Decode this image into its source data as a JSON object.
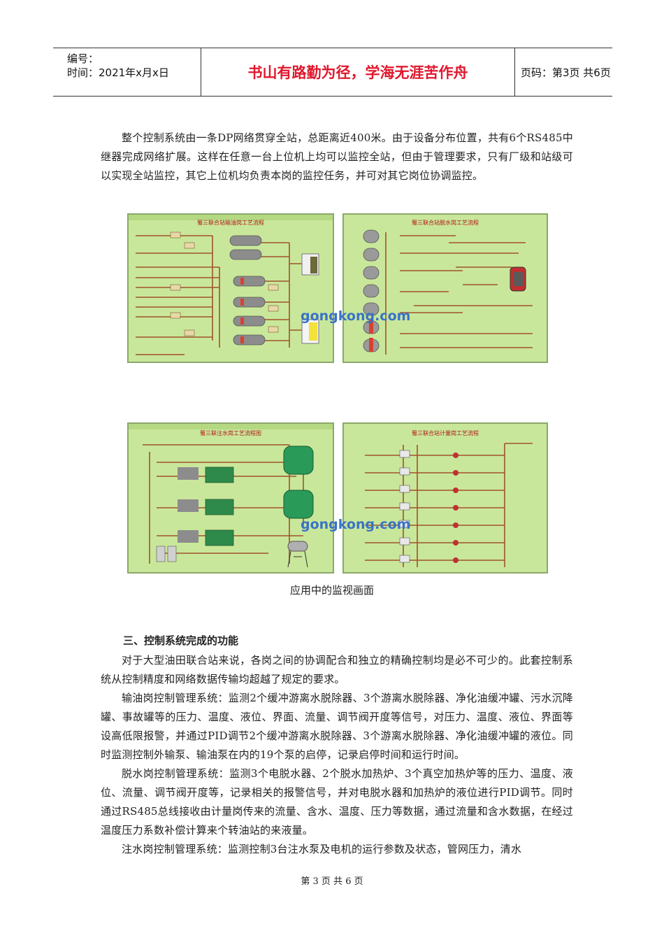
{
  "header": {
    "id_label": "编号：",
    "time_label": "时间：2021年x月x日",
    "motto": "书山有路勤为径，学海无涯苦作舟",
    "page_info": "页码：第3页  共6页"
  },
  "intro_paragraph": "整个控制系统由一条DP网络贯穿全站，总距离近400米。由于设备分布位置，共有6个RS485中继器完成网络扩展。这样在任意一台上位机上均可以监控全站，但由于管理要求，只有厂级和站级可以实现全站监控，其它上位机均负责本岗的监控任务，并可对其它岗位协调监控。",
  "screens": [
    {
      "title": "蜀三联合站输油岗工艺流程"
    },
    {
      "title": "蜀三联合站脱水岗工艺流程"
    },
    {
      "title": "蜀三联注水岗工艺流程图"
    },
    {
      "title": "蜀三联合站计量岗工艺流程"
    }
  ],
  "watermark": "gongkong.com",
  "caption": "应用中的监视画面",
  "section_heading": "三、控制系统完成的功能",
  "paragraphs": [
    "对于大型油田联合站来说，各岗之间的协调配合和独立的精确控制均是必不可少的。此套控制系统从控制精度和网络数据传输均超越了规定的要求。",
    "输油岗控制管理系统：监测2个缓冲游离水脱除器、3个游离水脱除器、净化油缓冲罐、污水沉降罐、事故罐等的压力、温度、液位、界面、流量、调节阀开度等信号，对压力、温度、液位、界面等设高低限报警，并通过PID调节2个缓冲游离水脱除器、3个游离水脱除器、净化油缓冲罐的液位。同时监测控制外输泵、输油泵在内的19个泵的启停，记录启停时间和运行时间。",
    "脱水岗控制管理系统：监测3个电脱水器、2个脱水加热炉、3个真空加热炉等的压力、温度、液位、流量、调节阀开度等，记录相关的报警信号，并对电脱水器和加热炉的液位进行PID调节。同时通过RS485总线接收由计量岗传来的流量、含水、温度、压力等数据，通过流量和含水数据，在经过温度压力系数补偿计算来个转油站的来液量。",
    "注水岗控制管理系统：监测控制3台注水泵及电机的运行参数及状态，管网压力，清水"
  ],
  "footer": "第 3 页  共 6 页"
}
